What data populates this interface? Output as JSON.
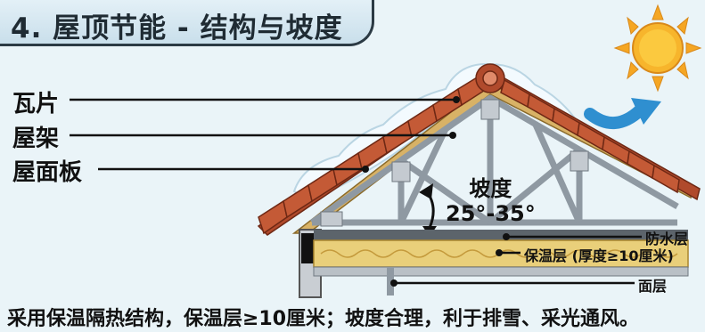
{
  "title": "4. 屋顶节能 - 结构与坡度",
  "labels_left": {
    "tile": "瓦片",
    "truss": "屋架",
    "roof_board": "屋面板"
  },
  "slope": {
    "label": "坡度",
    "value": "25°-35°"
  },
  "labels_right": {
    "waterproof": "防水层",
    "insulation": "保温层 (厚度≥10厘米)",
    "surface": "面层"
  },
  "footer": "采用保温隔热结构，保温层≥10厘米；坡度合理，利于排雪、采光通风。",
  "colors": {
    "background": "#eaf4f8",
    "tile": "#b04a2c",
    "truss": "#9aa3ab",
    "insulation": "#e9cf7a",
    "snow": "#f4fbff",
    "sun": "#f5a623",
    "arrow": "#2f8fd0"
  },
  "icons": [
    "sun-icon",
    "arrow-icon",
    "curved-arrow-icon"
  ]
}
